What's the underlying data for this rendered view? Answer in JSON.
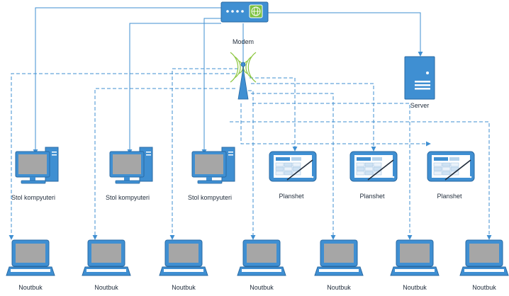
{
  "modem": {
    "label": "Modem"
  },
  "server": {
    "label": "Server"
  },
  "desktops": [
    {
      "label": "Stol kompyuteri"
    },
    {
      "label": "Stol kompyuteri"
    },
    {
      "label": "Stol kompyuteri"
    }
  ],
  "tablets": [
    {
      "label": "Planshet"
    },
    {
      "label": "Planshet"
    },
    {
      "label": "Planshet"
    }
  ],
  "laptops": [
    {
      "label": "Noutbuk"
    },
    {
      "label": "Noutbuk"
    },
    {
      "label": "Noutbuk"
    },
    {
      "label": "Noutbuk"
    },
    {
      "label": "Noutbuk"
    },
    {
      "label": "Noutbuk"
    },
    {
      "label": "Noutbuk"
    }
  ],
  "colors": {
    "accent": "#3f8fd2",
    "screen": "#a6a6a6",
    "wifi": "#8cc63f"
  }
}
